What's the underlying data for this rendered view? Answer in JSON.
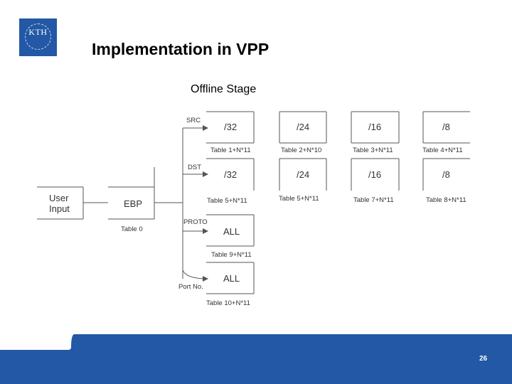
{
  "slide": {
    "title": "Implementation in VPP",
    "subtitle": "Offline Stage",
    "page_number": "26",
    "logo_text": "KTH",
    "colors": {
      "footer": "#2258a5",
      "logo_bg": "#2258a5",
      "line": "#555555"
    }
  },
  "diagram": {
    "user_input": {
      "line1": "User",
      "line2": "Input"
    },
    "ebp": {
      "label": "EBP",
      "table": "Table 0"
    },
    "rows": {
      "src": {
        "label": "SRC",
        "boxes": [
          "/32",
          "/24",
          "/16",
          "/8"
        ],
        "tables": [
          "Table 1+N*11",
          "Table 2+N*10",
          "Table 3+N*11",
          "Table 4+N*11"
        ]
      },
      "dst": {
        "label": "DST",
        "boxes": [
          "/32",
          "/24",
          "/16",
          "/8"
        ],
        "tables": [
          "Table 5+N*11",
          "Table 5+N*11",
          "Table 7+N*11",
          "Table 8+N*11"
        ]
      },
      "proto": {
        "label": "PROTO",
        "box": "ALL",
        "table": "Table 9+N*11"
      },
      "port": {
        "label": "Port  No.",
        "box": "ALL",
        "table": "Table 10+N*11"
      }
    }
  }
}
